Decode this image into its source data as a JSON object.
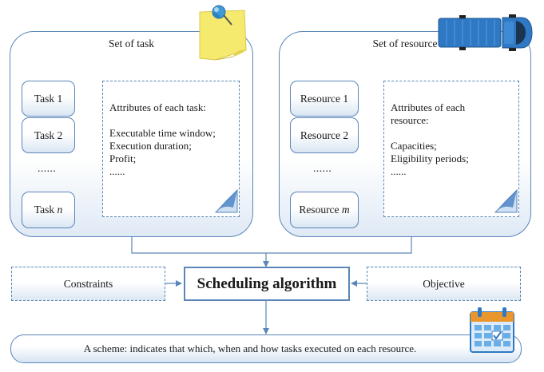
{
  "task_panel": {
    "title": "Set of task",
    "items": [
      "Task 1",
      "Task 2",
      "......"
    ],
    "last_item_prefix": "Task ",
    "last_item_var": "n",
    "attributes": [
      "Attributes of each task:",
      "",
      "Executable time window;",
      "Execution duration;",
      "Profit;",
      "......"
    ]
  },
  "resource_panel": {
    "title": "Set of resource",
    "items": [
      "Resource 1",
      "Resource 2",
      "......"
    ],
    "last_item_prefix": "Resource ",
    "last_item_var": "m",
    "attributes": [
      "Attributes of each",
      "resource:",
      "",
      "Capacities;",
      "Eligibility periods;",
      "......"
    ]
  },
  "constraints_label": "Constraints",
  "algorithm_label": "Scheduling algorithm",
  "objective_label": "Objective",
  "scheme_text": "A scheme: indicates that which, when and how tasks executed on each resource.",
  "icons": [
    "sticky-note-pin-icon",
    "truck-icon",
    "calendar-icon",
    "document-icon"
  ],
  "colors": {
    "border": "#5a86b8",
    "note": "#f5ea6e",
    "truck": "#2f78c4",
    "calendar": "#4f9be0"
  }
}
